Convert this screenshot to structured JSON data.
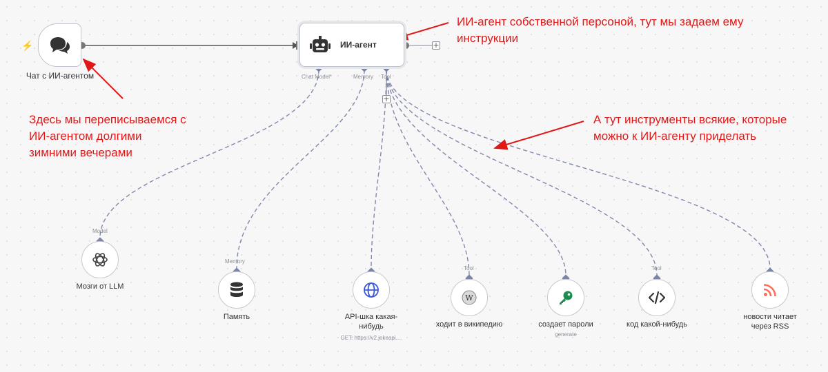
{
  "trigger": {
    "label": "Чат с ИИ-агентом",
    "icon": "chat-bubbles-icon"
  },
  "agent": {
    "title": "ИИ-агент",
    "icon": "robot-icon",
    "ports": {
      "chat_model": "Chat Model*",
      "memory": "Memory",
      "tool": "Tool"
    }
  },
  "nodes": {
    "llm": {
      "port": "Model",
      "label": "Мозги от LLM",
      "icon": "openai-icon"
    },
    "memory": {
      "port": "Memory",
      "label": "Память",
      "icon": "database-icon"
    },
    "api": {
      "label_line1": "API-шка какая-",
      "label_line2": "нибудь",
      "subtitle": "GET: https://v2.jokeapi....",
      "icon": "globe-icon"
    },
    "wiki": {
      "port": "Tool",
      "label": "ходит в википедию",
      "icon": "wikipedia-icon"
    },
    "passwords": {
      "label": "создает пароли",
      "subtitle": "generate",
      "icon": "key-icon"
    },
    "code": {
      "port": "Tool",
      "label": "код какой-нибудь",
      "icon": "code-icon"
    },
    "rss": {
      "label_line1": "новости читает",
      "label_line2": "через RSS",
      "icon": "rss-icon"
    }
  },
  "annotations": {
    "agent_line1": "ИИ-агент собственной персоной, тут мы задаем ему",
    "agent_line2": "инструкции",
    "chat_line1": "Здесь мы переписываемся с",
    "chat_line2": "ИИ-агентом долгими",
    "chat_line3": "зимними вечерами",
    "tools_line1": "А тут инструменты всякие, которые",
    "tools_line2": "можно к ИИ-агенту приделать"
  },
  "colors": {
    "annotation": "#e01818",
    "wire": "#8088aa",
    "connector": "#7c83a8",
    "trigger_accent": "#ff6d5a",
    "key": "#1a8d4f",
    "globe": "#3b57d9",
    "rss": "#ff6d5a"
  }
}
